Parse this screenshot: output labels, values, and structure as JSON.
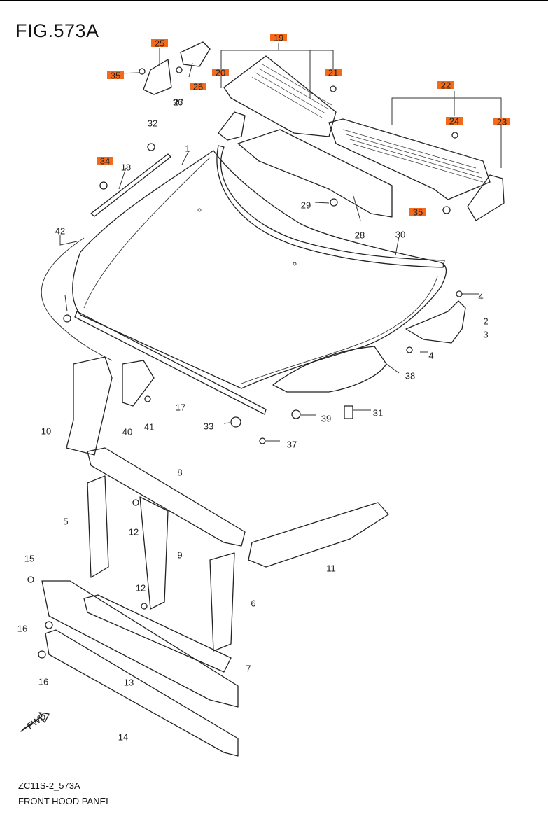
{
  "figure": {
    "title": "FIG.573A",
    "code": "ZC11S-2_573A",
    "name": "FRONT HOOD PANEL",
    "fwd_label": "FWD"
  },
  "colors": {
    "highlight": "#f26a1b",
    "line": "#222222"
  },
  "callouts": [
    {
      "num": "1",
      "highlighted": false
    },
    {
      "num": "2",
      "highlighted": false
    },
    {
      "num": "3",
      "highlighted": false
    },
    {
      "num": "4",
      "highlighted": false
    },
    {
      "num": "4",
      "highlighted": false
    },
    {
      "num": "5",
      "highlighted": false
    },
    {
      "num": "6",
      "highlighted": false
    },
    {
      "num": "7",
      "highlighted": false
    },
    {
      "num": "8",
      "highlighted": false
    },
    {
      "num": "9",
      "highlighted": false
    },
    {
      "num": "10",
      "highlighted": false
    },
    {
      "num": "11",
      "highlighted": false
    },
    {
      "num": "12",
      "highlighted": false
    },
    {
      "num": "12",
      "highlighted": false
    },
    {
      "num": "13",
      "highlighted": false
    },
    {
      "num": "14",
      "highlighted": false
    },
    {
      "num": "15",
      "highlighted": false
    },
    {
      "num": "16",
      "highlighted": false
    },
    {
      "num": "16",
      "highlighted": false
    },
    {
      "num": "17",
      "highlighted": false
    },
    {
      "num": "18",
      "highlighted": false
    },
    {
      "num": "19",
      "highlighted": true
    },
    {
      "num": "20",
      "highlighted": true
    },
    {
      "num": "21",
      "highlighted": true
    },
    {
      "num": "22",
      "highlighted": true
    },
    {
      "num": "23",
      "highlighted": true
    },
    {
      "num": "24",
      "highlighted": true
    },
    {
      "num": "25",
      "highlighted": true
    },
    {
      "num": "26",
      "highlighted": true
    },
    {
      "num": "27",
      "highlighted": false
    },
    {
      "num": "28",
      "highlighted": false
    },
    {
      "num": "29",
      "highlighted": false
    },
    {
      "num": "30",
      "highlighted": false
    },
    {
      "num": "31",
      "highlighted": false
    },
    {
      "num": "32",
      "highlighted": false
    },
    {
      "num": "33",
      "highlighted": false
    },
    {
      "num": "34",
      "highlighted": true
    },
    {
      "num": "35",
      "highlighted": true
    },
    {
      "num": "35",
      "highlighted": true
    },
    {
      "num": "36",
      "highlighted": false
    },
    {
      "num": "37",
      "highlighted": false
    },
    {
      "num": "38",
      "highlighted": false
    },
    {
      "num": "39",
      "highlighted": false
    },
    {
      "num": "40",
      "highlighted": false
    },
    {
      "num": "41",
      "highlighted": false
    },
    {
      "num": "42",
      "highlighted": false
    }
  ]
}
